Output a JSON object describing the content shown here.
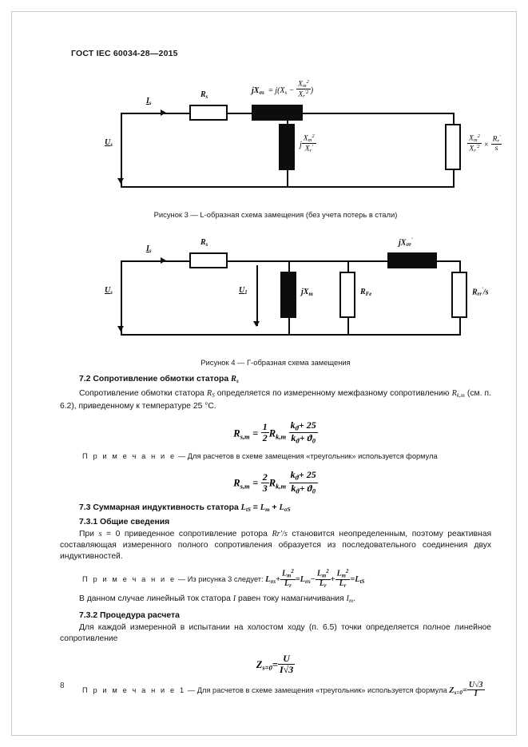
{
  "document": {
    "header": "ГОСТ IEC 60034-28—2015",
    "page_number": "8"
  },
  "figure3": {
    "caption": "Рисунок 3 — L-образная схема замещения (без учета потерь в стали)",
    "labels": {
      "current": "I",
      "current_sub": "s",
      "voltage": "U",
      "voltage_sub": "s",
      "resistor": "R",
      "resistor_sub": "s",
      "series_reactance": "jX",
      "series_reactance_sub": "σs",
      "series_formula": "= j(X  −  X  / X  )",
      "shunt_reactance": "j X  / X",
      "rotor_branch": "X  / X   ×  R  / s"
    }
  },
  "figure4": {
    "caption": "Рисунок 4 — Г-образная схема замещения",
    "labels": {
      "current": "I",
      "current_sub": "s",
      "voltage_in": "U",
      "voltage_in_sub": "s",
      "voltage_mid": "U",
      "voltage_mid_sub": "1",
      "resistor": "R",
      "resistor_sub": "s",
      "magnetizing": "jX",
      "magnetizing_sub": "m",
      "iron_loss": "R",
      "iron_loss_sub": "Fe",
      "leak_reactance": "jX",
      "leak_reactance_sub": "σr",
      "rotor_resistance": "R",
      "rotor_resistance_sub": "r",
      "rotor_resistance_tail": "/s"
    }
  },
  "section72": {
    "heading_num": "7.2 ",
    "heading_text": "Сопротивление обмотки статора ",
    "heading_symbol": "R",
    "heading_symbol_sub": "s",
    "body_1": "Сопротивление обмотки статора ",
    "body_sym1": "R",
    "body_sym1_sub": "S",
    "body_2": " определяется по измеренному межфазному сопротивлению ",
    "body_sym2": "R",
    "body_sym2_sub": "k,m",
    "body_3": " (см. п. 6.2), приведенному к температуре 25 °С.",
    "formula": {
      "lhs": "R",
      "lhs_sub": "s,m",
      "eq": "=",
      "coef_num": "1",
      "coef_den": "2",
      "factor": "R",
      "factor_sub": "k,m",
      "frac_num": "k",
      "frac_num_sub": "ϑ",
      "frac_num_tail": "+ 25",
      "frac_den": "k",
      "frac_den_sub": "ϑ",
      "frac_den_tail": "+ ϑ",
      "frac_den_tail_sub": "0"
    },
    "note": {
      "label": "П р и м е ч а н и е",
      "dash": " — ",
      "text": "Для расчетов в схеме замещения «треугольник» используется формула"
    },
    "formula2": {
      "lhs": "R",
      "lhs_sub": "s,m",
      "eq": "=",
      "coef_num": "2",
      "coef_den": "3",
      "factor": "R",
      "factor_sub": "k,m",
      "frac_num": "k",
      "frac_num_sub": "ϑ",
      "frac_num_tail": "+ 25",
      "frac_den": "k",
      "frac_den_sub": "ϑ",
      "frac_den_tail": "+ ϑ",
      "frac_den_tail_sub": "0"
    }
  },
  "section73": {
    "heading_num": "7.3 ",
    "heading_text": "Суммарная индуктивность статора ",
    "heading_sym1": "L",
    "heading_sym1_sub": "tS",
    "heading_eq": " = ",
    "heading_sym2": "L",
    "heading_sym2_sub": "m",
    "heading_plus": " + ",
    "heading_sym3": "L",
    "heading_sym3_sub": "σS",
    "sub1_heading": "7.3.1 Общие сведения",
    "sub1_body_a": "При ",
    "sub1_body_s": "s",
    "sub1_body_b": " = 0 приведенное сопротивление ротора ",
    "sub1_body_rr": "Rr'/s",
    "sub1_body_c": " становится неопределенным, поэтому реактивная составляющая измеренного полного сопротивления образуется из последовательного соединения двух индуктивностей.",
    "note1": {
      "label": "П р и м е ч а н и е",
      "dash": " — ",
      "text": "Из рисунка 3 следует:"
    },
    "note1_formula": {
      "t1": "L",
      "t1_sub": "σs",
      "plus1": "+",
      "f1_num": "L",
      "f1_num_sub": "m",
      "f1_num_sup": "2",
      "f1_den": "L",
      "f1_den_sub": "r",
      "eq1": "=",
      "t2": "L",
      "t2_sub": "σs",
      "minus": "−",
      "f2_num": "L",
      "f2_num_sub": "m",
      "f2_num_sup": "2",
      "f2_den": "L",
      "f2_den_sub": "r",
      "plus2": "+",
      "f3_num": "L",
      "f3_num_sub": "m",
      "f3_num_sup": "2",
      "f3_den": "L",
      "f3_den_sub": "r",
      "eq2": "=",
      "t3": "L",
      "t3_sub": "tS"
    },
    "body2_a": "В данном случае линейный ток статора ",
    "body2_i": "I",
    "body2_b": " равен току намагничивания ",
    "body2_im": "I",
    "body2_im_sub": "m",
    "body2_c": ".",
    "sub2_heading": "7.3.2 Процедура расчета",
    "sub2_body": "Для каждой измеренной в испытании на холостом ходу (п. 6.5) точки определяется полное линейное сопротивление",
    "formula3": {
      "lhs": "Z",
      "lhs_sub": "s=0",
      "eq": "=",
      "num": "U",
      "den": "I",
      "den_radical": "√3"
    },
    "note2": {
      "label": "П р и м е ч а н и е   1",
      "dash": " — ",
      "text": "Для расчетов в схеме замещения «треугольник» используется формула",
      "formula": {
        "lhs": "Z",
        "lhs_sub": "s=0",
        "eq": "=",
        "num": "U",
        "num_radical": "√3",
        "den": "I"
      }
    }
  }
}
